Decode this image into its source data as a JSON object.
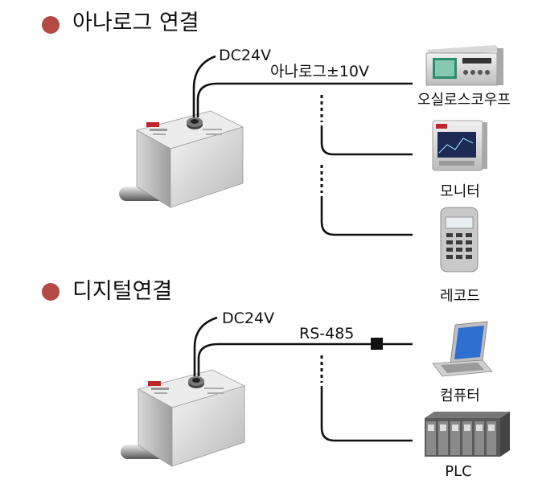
{
  "analog": {
    "title": "아나로그 연결",
    "power_label": "DC24V",
    "signal_label": "아나로그±10V",
    "devices": [
      {
        "label": "오실로스코우프",
        "icon": "oscilloscope-icon"
      },
      {
        "label": "모니터",
        "icon": "monitor-meter-icon"
      },
      {
        "label": "레코드",
        "icon": "recorder-icon"
      }
    ]
  },
  "digital": {
    "title": "디지털연결",
    "power_label": "DC24V",
    "signal_label": "RS-485",
    "devices": [
      {
        "label": "컴퓨터",
        "icon": "laptop-icon"
      },
      {
        "label": "PLC",
        "icon": "plc-icon"
      }
    ]
  },
  "colors": {
    "bullet": "#b34a44",
    "cable": "#111111"
  }
}
